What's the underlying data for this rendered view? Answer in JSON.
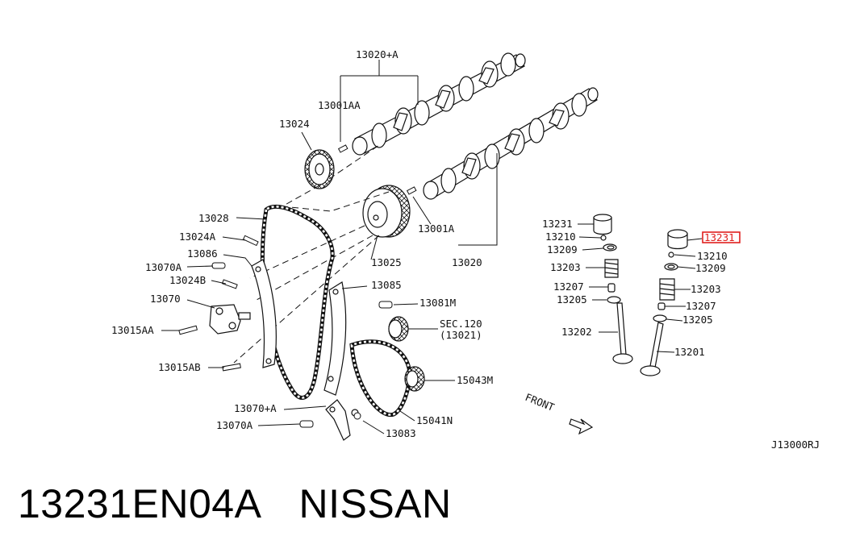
{
  "labels": {
    "camshaft_intake": "13020+A",
    "dowel_upper": "13001AA",
    "sprocket_upper": "13024",
    "chain_primary": "13028",
    "bolt_a": "13024A",
    "guide_pin": "13086",
    "pin_a": "13070A",
    "bolt_b": "13024B",
    "tensioner": "13070",
    "bolt_aa": "13015AA",
    "bolt_ab": "13015AB",
    "vtc_sprocket": "13025",
    "dowel_lower": "13001A",
    "camshaft_exhaust": "13020",
    "chain_guide": "13085",
    "stud": "13081M",
    "sec_ref_line1": "SEC.120",
    "sec_ref_line2": "(13021)",
    "oil_pump_sprocket": "15043M",
    "tensioner_arm": "13070+A",
    "pin_a2": "13070A",
    "oil_pump_chain": "15041N",
    "bolt_83": "13083",
    "lifter_left": "13231",
    "collet_left": "13210",
    "retainer_left": "13209",
    "spring_left": "13203",
    "seal_left": "13207",
    "seat_left": "13205",
    "valve_left": "13202",
    "lifter_right": "13231",
    "collet_right": "13210",
    "retainer_right": "13209",
    "spring_right": "13203",
    "seal_right": "13207",
    "seat_right": "13205",
    "valve_right": "13201",
    "front": "FRONT",
    "drawing_code": "J13000RJ"
  },
  "footer": {
    "part_number": "13231EN04A",
    "brand": "NISSAN"
  },
  "colors": {
    "highlight": "#e0201e",
    "line": "#111111"
  }
}
